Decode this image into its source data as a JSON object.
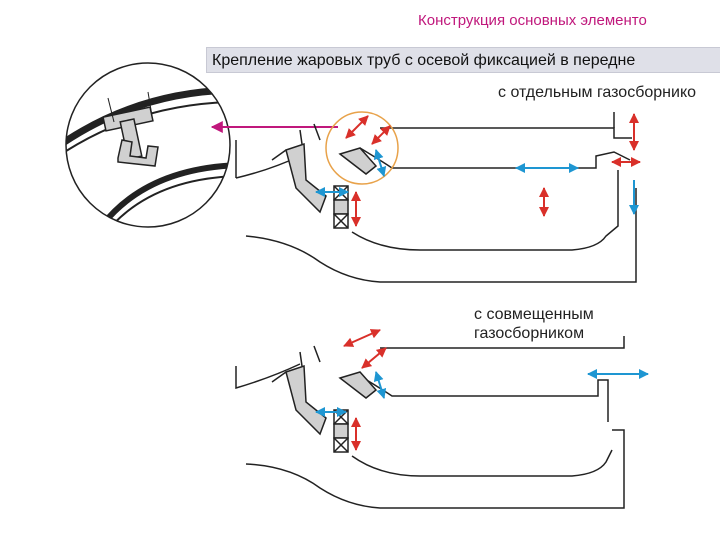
{
  "title": "Конструкция основных элементо",
  "subtitle": "Крепление жаровых труб с осевой фиксацией в передне",
  "labels": {
    "separate_collector": "с отдельным газосборнико",
    "combined_collector_line1": "с совмещенным",
    "combined_collector_line2": "газосборником"
  },
  "colors": {
    "title": "#c0187c",
    "pointer_arrow": "#c0187c",
    "detail_circle": "#e8a24a",
    "red_arrow": "#d9302a",
    "blue_arrow": "#1e96d2",
    "outline": "#222222",
    "part_fill": "#d0d0d0"
  }
}
